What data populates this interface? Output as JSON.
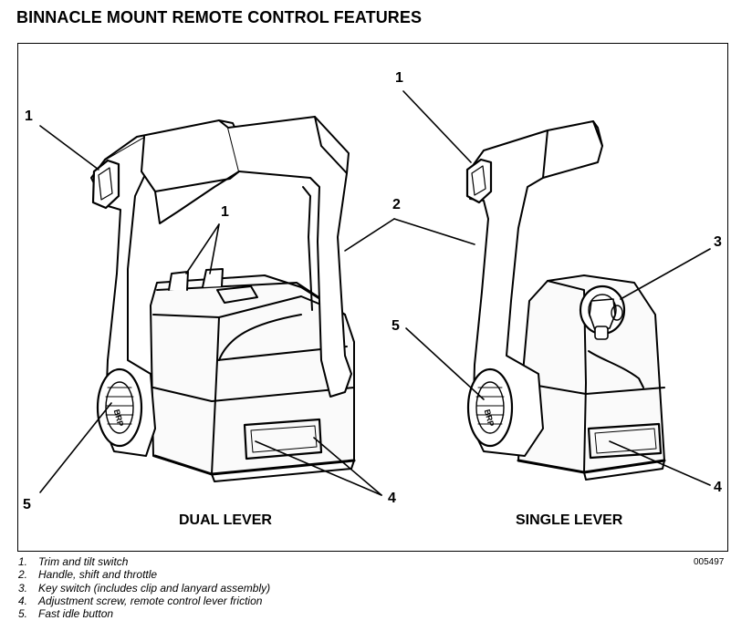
{
  "page": {
    "title": "BINNACLE MOUNT REMOTE CONTROL FEATURES"
  },
  "figure": {
    "id": "005497",
    "brand_mark": "BRP",
    "views": [
      {
        "caption": "DUAL LEVER"
      },
      {
        "caption": "SINGLE LEVER"
      }
    ],
    "callouts": {
      "dual_trim": "1",
      "dual_fast_idle": "1",
      "dual_handle": "2",
      "dual_adjust": "4",
      "dual_brp": "5",
      "single_trim": "1",
      "single_key": "3",
      "single_adjust": "4",
      "single_brp": "5"
    }
  },
  "legend": [
    {
      "num": "1.",
      "text": "Trim and tilt switch"
    },
    {
      "num": "2.",
      "text": "Handle, shift and throttle"
    },
    {
      "num": "3.",
      "text": "Key switch (includes clip and lanyard assembly)"
    },
    {
      "num": "4.",
      "text": "Adjustment screw, remote control lever friction"
    },
    {
      "num": "5.",
      "text": "Fast idle button"
    }
  ]
}
